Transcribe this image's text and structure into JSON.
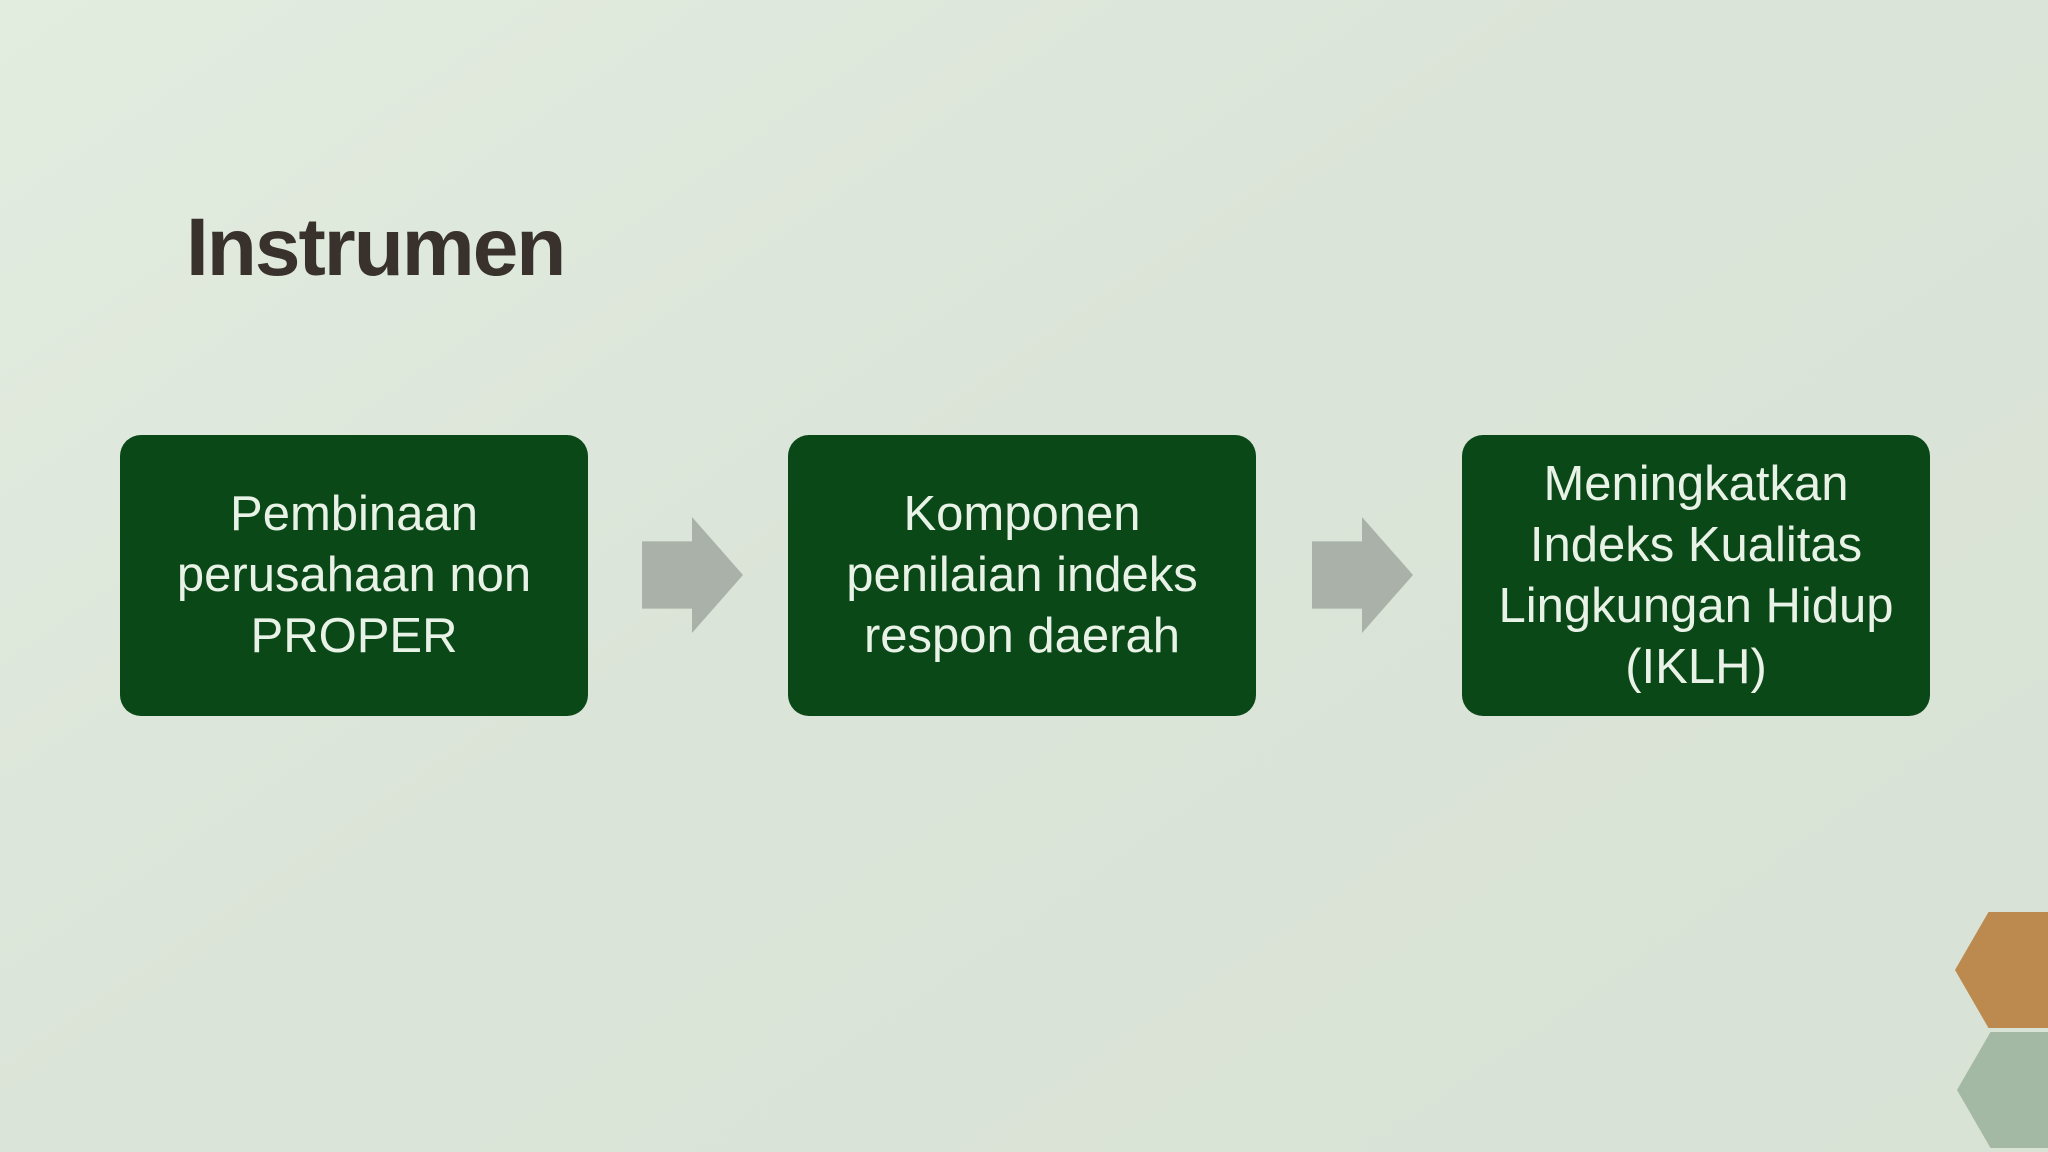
{
  "slide": {
    "title": "Instrumen",
    "process_flow": {
      "connector_icon": "arrow-right",
      "steps": [
        {
          "label": "Pembinaan perusahaan non PROPER",
          "lines": [
            "Pembinaan",
            "perusahaan non",
            "PROPER"
          ]
        },
        {
          "label": "Komponen penilaian indeks respon daerah",
          "lines": [
            "Komponen",
            "penilaian indeks",
            "respon daerah"
          ]
        },
        {
          "label": "Meningkatkan Indeks Kualitas Lingkungan Hidup (IKLH)",
          "lines": [
            "Meningkatkan",
            "Indeks Kualitas",
            "Lingkungan Hidup",
            "(IKLH)"
          ]
        }
      ]
    },
    "decorations": {
      "hexagons": [
        {
          "name": "hexagon-orange",
          "color": "#bc8a4e"
        },
        {
          "name": "hexagon-green",
          "color": "#a3b9a3"
        }
      ]
    },
    "colors": {
      "background": "#dbe4d8",
      "box_fill": "#0a4818",
      "box_text": "#e9f2e6",
      "title_text": "#39322c",
      "arrow": "#a9b1a8"
    }
  }
}
